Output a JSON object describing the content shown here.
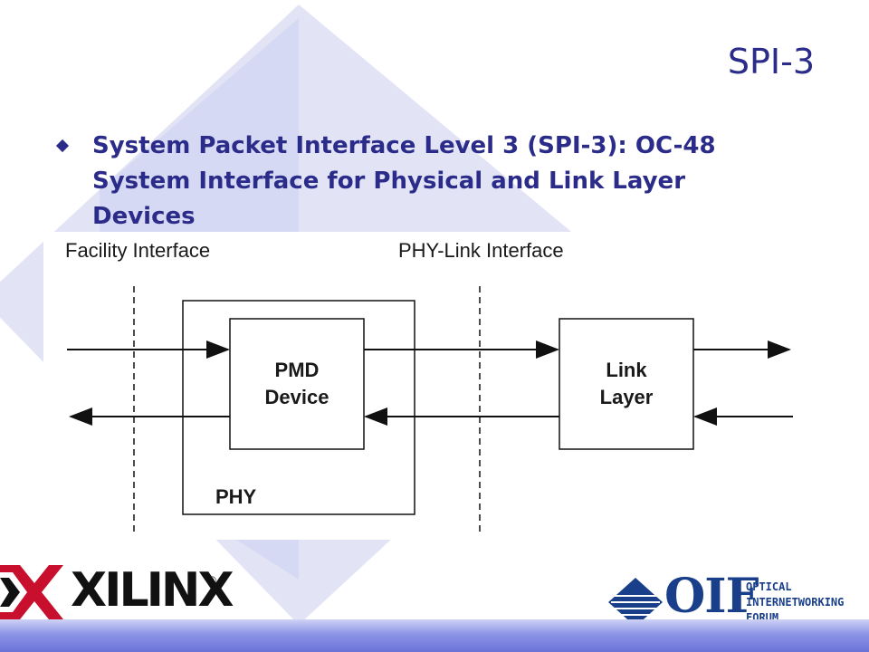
{
  "slide": {
    "title": "SPI-3",
    "bullet": "System Packet Interface Level 3 (SPI-3): OC-48 System Interface for Physical and Link Layer Devices"
  },
  "diagram": {
    "facility_interface": "Facility Interface",
    "phy_link_interface": "PHY-Link Interface",
    "pmd_device_line1": "PMD",
    "pmd_device_line2": "Device",
    "link_layer_line1": "Link",
    "link_layer_line2": "Layer",
    "phy": "PHY"
  },
  "logos": {
    "xilinx": "XILINX",
    "xilinx_reg": "®",
    "oif": "OIF",
    "oif_sub_1": "OPTICAL",
    "oif_sub_2": "INTERNETWORKING",
    "oif_sub_3": "FORUM"
  },
  "colors": {
    "title": "#2b2b8a",
    "background_shape": "#dfe1f5",
    "footer": "#7a82e0"
  }
}
